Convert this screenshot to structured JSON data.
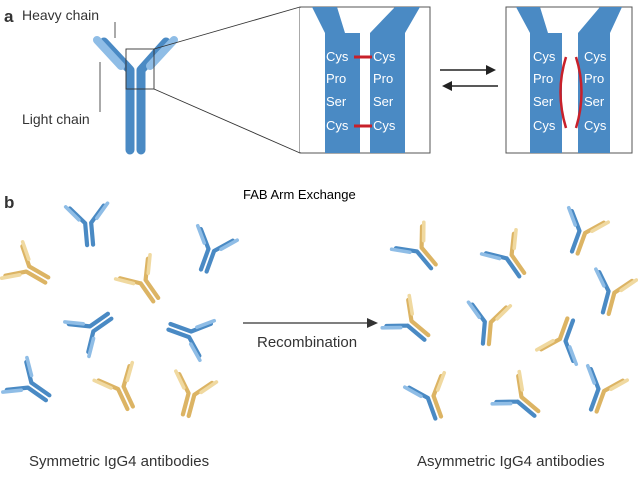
{
  "panels": {
    "a": "a",
    "b": "b"
  },
  "labels": {
    "heavy_chain": "Heavy chain",
    "light_chain": "Light chain"
  },
  "residues": [
    "Cys",
    "Pro",
    "Ser",
    "Cys"
  ],
  "title": "FAB Arm Exchange",
  "arrow_label": "Recombination",
  "captions": {
    "left": "Symmetric IgG4 antibodies",
    "right": "Asymmetric IgG4 antibodies"
  },
  "colors": {
    "blue": "#4a8ac4",
    "blue_light": "#8fbde6",
    "yellow": "#dcb464",
    "yellow_light": "#f0d9a0",
    "bond": "#c8202a",
    "text": "#333333"
  }
}
